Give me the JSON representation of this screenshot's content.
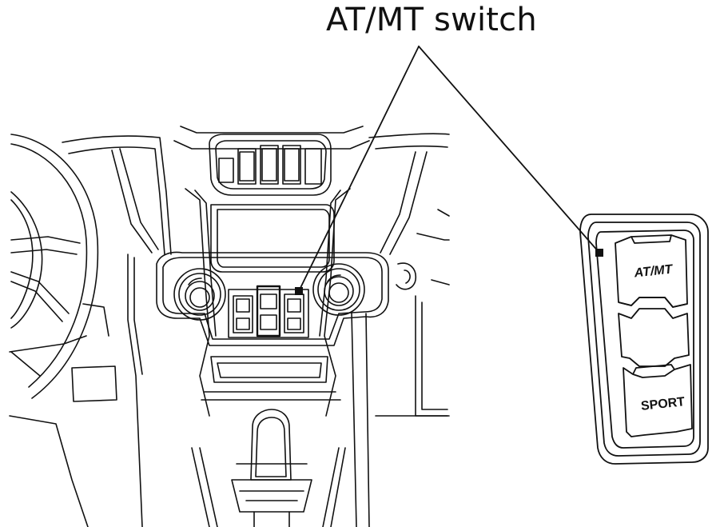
{
  "diagram": {
    "callout_label": "AT/MT switch",
    "switch_top_label": "AT/MT",
    "switch_bottom_label": "SPORT",
    "colors": {
      "line": "#111111",
      "background": "#ffffff"
    }
  }
}
